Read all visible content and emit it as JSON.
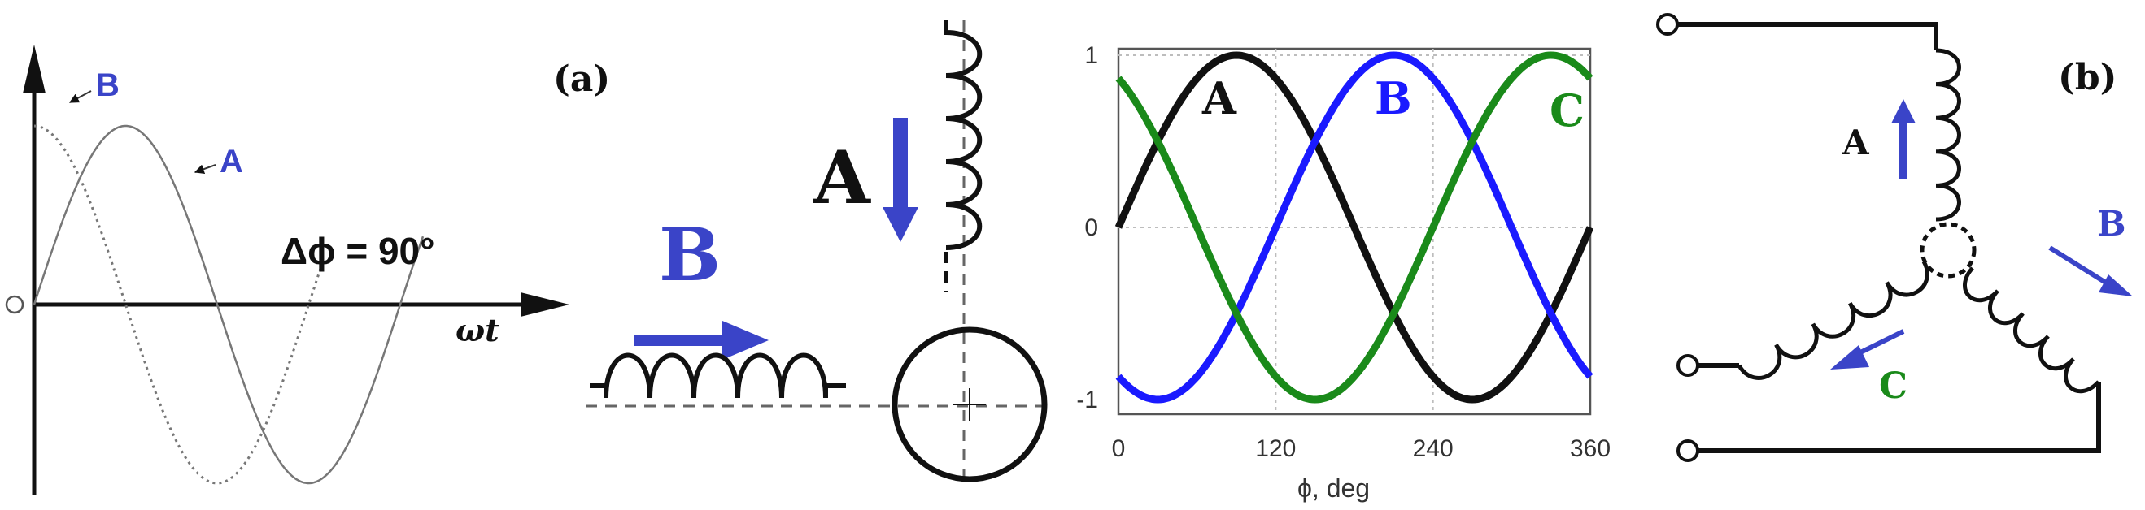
{
  "colors": {
    "blue": "#3a44c8",
    "green": "#1a8a1a",
    "black": "#111111",
    "grid": "#bdbdbd"
  },
  "panel1": {
    "label_B": "B",
    "label_A": "A",
    "phase_text": "Δϕ = 90°",
    "axis_label": "ωt"
  },
  "panel2": {
    "tag": "(a)",
    "coil_A_label": "A",
    "coil_B_label": "B"
  },
  "chart_data": {
    "type": "line",
    "xlabel": "ϕ, deg",
    "ylabel": "",
    "xlim": [
      0,
      360
    ],
    "ylim": [
      -1,
      1
    ],
    "xticks": [
      "0",
      "120",
      "240",
      "360"
    ],
    "yticks": [
      "1",
      "0",
      "-1"
    ],
    "grid": true,
    "series": [
      {
        "name": "A",
        "phase_deg": 0,
        "color": "#111111"
      },
      {
        "name": "B",
        "phase_deg": 120,
        "color": "#1a1aff"
      },
      {
        "name": "C",
        "phase_deg": 240,
        "color": "#1a8a1a"
      }
    ]
  },
  "panel4": {
    "tag": "(b)",
    "label_A": "A",
    "label_B": "B",
    "label_C": "C"
  }
}
